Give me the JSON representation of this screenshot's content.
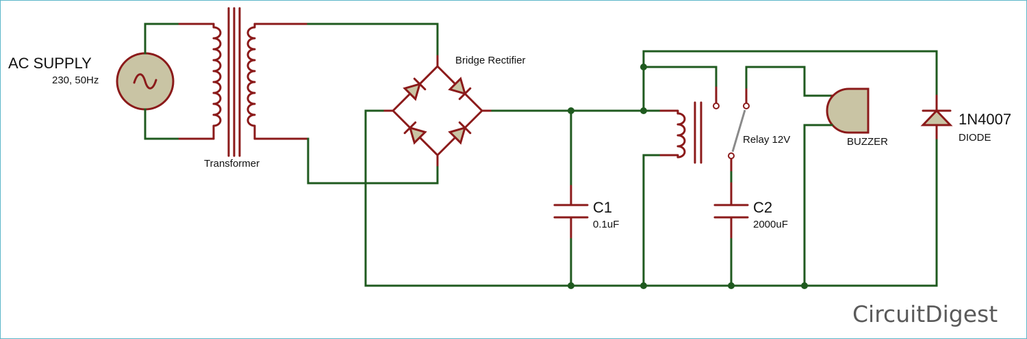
{
  "labels": {
    "ac_supply": "AC SUPPLY",
    "ac_rating": "230, 50Hz",
    "transformer": "Transformer",
    "bridge": "Bridge Rectifier",
    "c1_name": "C1",
    "c1_value": "0.1uF",
    "relay": "Relay 12V",
    "c2_name": "C2",
    "c2_value": "2000uF",
    "buzzer": "BUZZER",
    "diode_name": "1N4007",
    "diode_type": "DIODE"
  },
  "brand": {
    "logo_text": "CircuitDigest"
  },
  "colors": {
    "wire": "#1f5a1f",
    "component": "#8b1a1a",
    "component_fill": "#c9c4a4",
    "frame": "#5bb6c9"
  }
}
